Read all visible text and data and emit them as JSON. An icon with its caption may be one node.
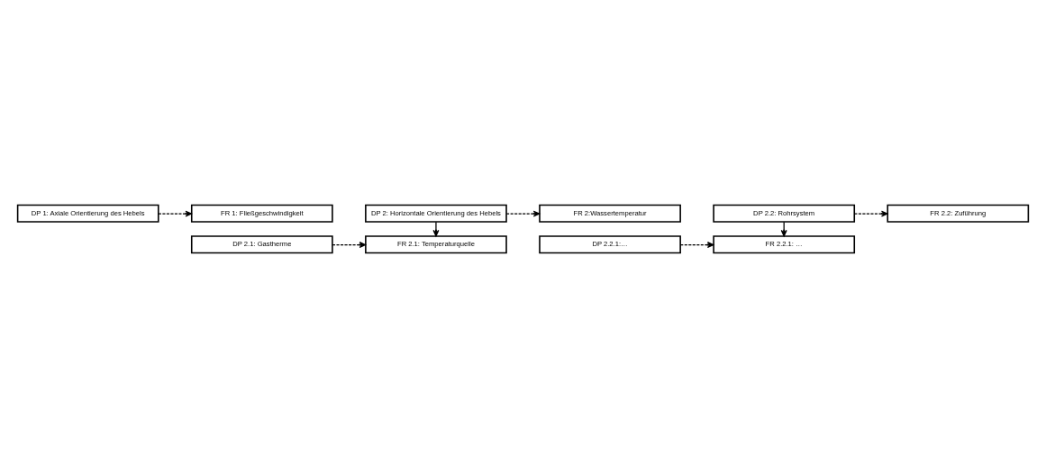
{
  "diagram": {
    "nodes": [
      {
        "text": [
          "FR 1: Fließgeschwindigkeit"
        ]
      },
      {
        "text": [
          "DP 1: Axiale Orientierung des Hebels"
        ]
      },
      {
        "text": [
          "FR 2:Wassertemperatur"
        ]
      },
      {
        "text": [
          "DP 2: Horizontale Orientierung des Hebels"
        ]
      },
      {
        "text": [
          "FR 2.1: Temperaturquelle"
        ]
      },
      {
        "text": [
          "DP 2.1: Gastherme"
        ]
      },
      {
        "text": [
          "FR 2.2: Zuführung"
        ]
      },
      {
        "text": [
          "DP 2.2: Rohrsystem"
        ]
      },
      {
        "text": [
          "FR 2.2.1: …"
        ]
      },
      {
        "text": [
          "DP 2.2.1:…"
        ]
      }
    ],
    "edges": [
      {
        "from": 1,
        "to": 0,
        "arrow": "to",
        "style": "dashed"
      },
      {
        "from": 3,
        "to": 2,
        "arrow": "to",
        "style": "dashed"
      },
      {
        "from": 3,
        "to": 4,
        "arrow": "to"
      },
      {
        "from": 5,
        "to": 4,
        "arrow": "to",
        "style": "dashed"
      },
      {
        "from": 7,
        "to": 6,
        "arrow": "to",
        "style": "dashed"
      },
      {
        "from": 7,
        "to": 8,
        "arrow": "to"
      },
      {
        "from": 9,
        "to": 8,
        "arrow": "to",
        "style": "dashed"
      }
    ]
  }
}
